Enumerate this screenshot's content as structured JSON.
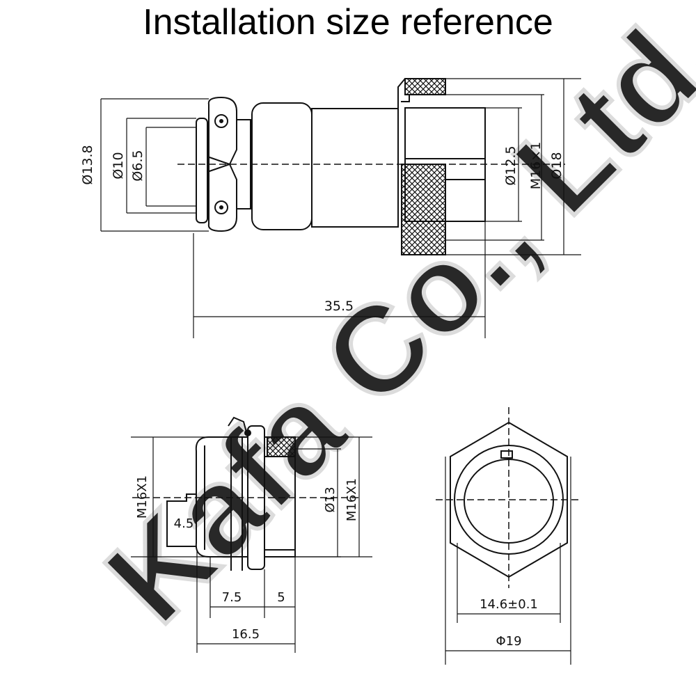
{
  "title": "Installation size reference",
  "watermark": "Kafa Co., Ltd.",
  "top_view": {
    "dims": {
      "d13_8": "Ø13.8",
      "d10": "Ø10",
      "d6_5": "Ø6.5",
      "d12_5": "Ø12.5",
      "m16": "M16×1",
      "d18": "Ø18",
      "length": "35.5"
    }
  },
  "side_view": {
    "dims": {
      "m16_left": "M16X1",
      "d13": "Ø13",
      "m16_right": "M16X1",
      "pin": "4.5",
      "seg1": "7.5",
      "seg2": "5",
      "total": "16.5"
    }
  },
  "front_view": {
    "dims": {
      "across_flats": "14.6±0.1",
      "across_corners": "Φ19"
    }
  },
  "colors": {
    "line": "#111111",
    "watermark": "#d9d9d9"
  }
}
